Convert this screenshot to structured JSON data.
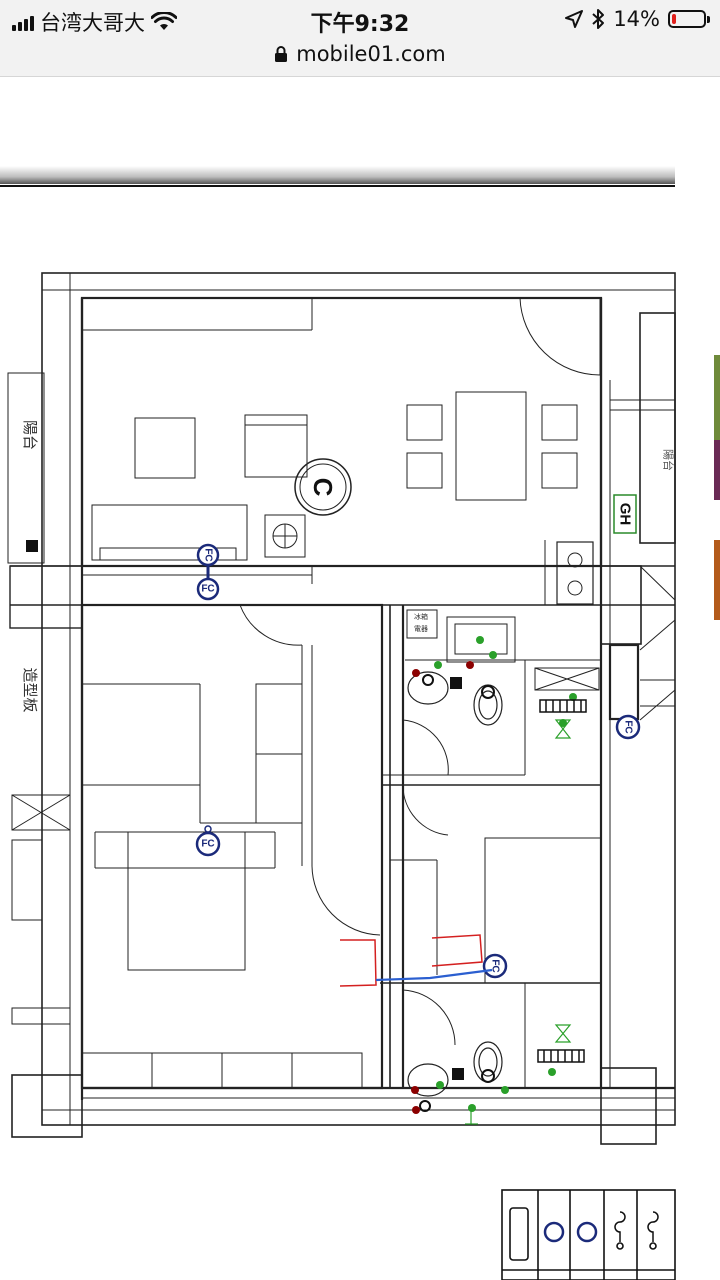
{
  "status_bar": {
    "carrier": "台湾大哥大",
    "time": "下午9:32",
    "battery_percent": "14%",
    "battery_level": 0.14,
    "battery_color": "#e0201c"
  },
  "browser": {
    "url": "mobile01.com"
  },
  "floor_plan": {
    "room_labels": {
      "balcony": "陽台",
      "planter": "造型板",
      "right_room": "陽台"
    },
    "symbols": {
      "gas_heater": "GH",
      "ceiling_unit": "C",
      "fan_coil": "FC",
      "counter_text_1": "冰箱",
      "counter_text_2": "電器"
    }
  }
}
